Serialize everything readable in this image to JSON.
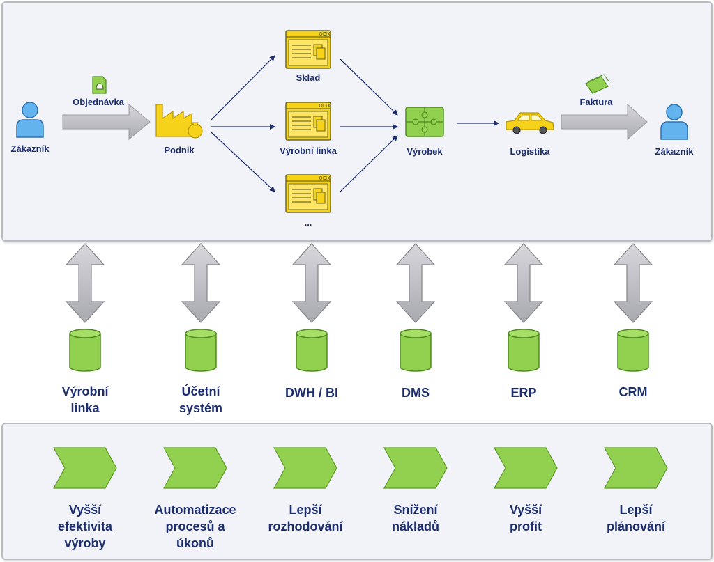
{
  "flow": {
    "customer_left": "Zákazník",
    "order": "Objednávka",
    "company": "Podnik",
    "warehouse": "Sklad",
    "production_line": "Výrobní linka",
    "more": "...",
    "product": "Výrobek",
    "logistics": "Logistika",
    "invoice": "Faktura",
    "customer_right": "Zákazník"
  },
  "systems": [
    {
      "line1": "Výrobní",
      "line2": "linka"
    },
    {
      "line1": "Účetní",
      "line2": "systém"
    },
    {
      "line1": "DWH / BI",
      "line2": ""
    },
    {
      "line1": "DMS",
      "line2": ""
    },
    {
      "line1": "ERP",
      "line2": ""
    },
    {
      "line1": "CRM",
      "line2": ""
    }
  ],
  "benefits": [
    {
      "line1": "Vyšší",
      "line2": "efektivita",
      "line3": "výroby"
    },
    {
      "line1": "Automatizace",
      "line2": "procesů a",
      "line3": "úkonů"
    },
    {
      "line1": "Lepší",
      "line2": "rozhodování",
      "line3": ""
    },
    {
      "line1": "Snížení",
      "line2": "nákladů",
      "line3": ""
    },
    {
      "line1": "Vyšší",
      "line2": "profit",
      "line3": ""
    },
    {
      "line1": "Lepší",
      "line2": "plánování",
      "line3": ""
    }
  ],
  "colors": {
    "text": "#1c2e6e",
    "person": "#62b3ee",
    "yellow": "#f6d31a",
    "green": "#92d050",
    "gray_arrow": "#c0c0c6",
    "panel": "#f1f3f8"
  }
}
